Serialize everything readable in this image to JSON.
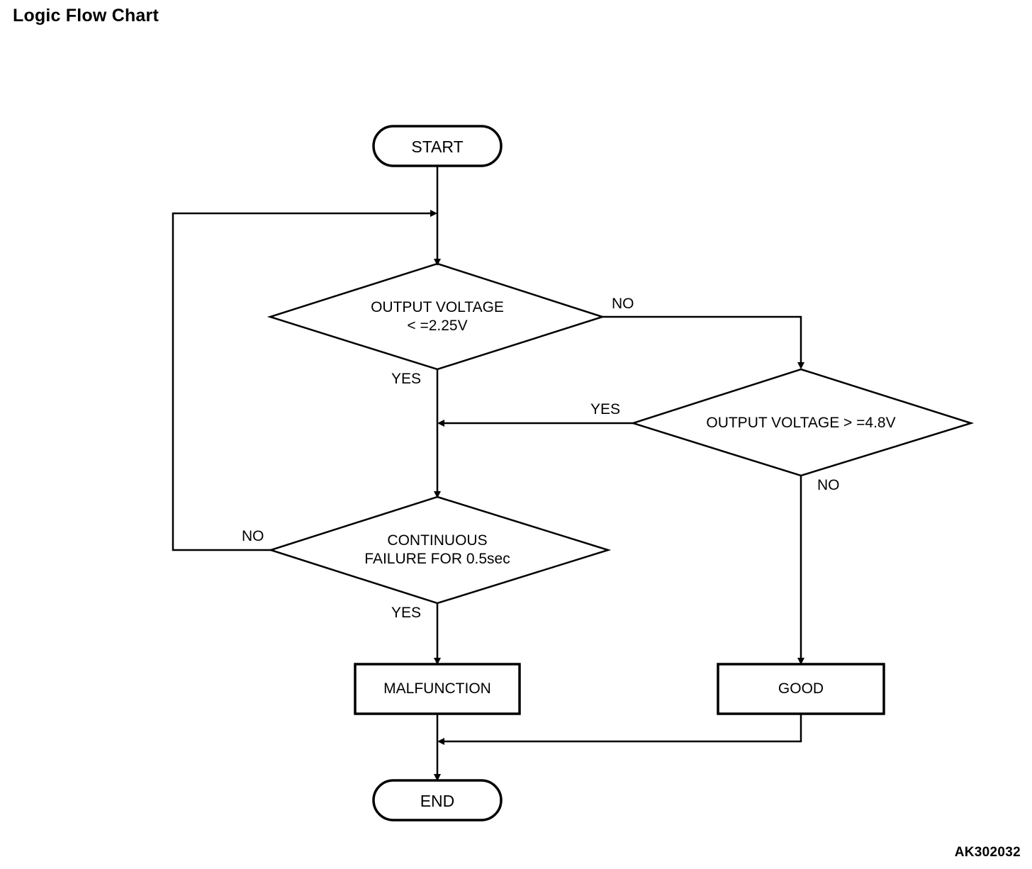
{
  "page": {
    "title": "Logic Flow Chart",
    "figure_code": "AK302032",
    "background_color": "#ffffff",
    "line_color": "#000000",
    "text_color": "#000000"
  },
  "chart_data": {
    "type": "diagram",
    "title": "Logic Flow Chart",
    "diagram_kind": "flowchart",
    "nodes": [
      {
        "id": "start",
        "shape": "terminator",
        "label": "START"
      },
      {
        "id": "decision1",
        "shape": "diamond",
        "label": "OUTPUT VOLTAGE\n< =2.25V",
        "line1": "OUTPUT VOLTAGE",
        "line2": "< =2.25V"
      },
      {
        "id": "decision2",
        "shape": "diamond",
        "label": "OUTPUT VOLTAGE > =4.8V",
        "line1": "OUTPUT VOLTAGE > =4.8V",
        "line2": ""
      },
      {
        "id": "decision3",
        "shape": "diamond",
        "label": "CONTINUOUS\nFAILURE FOR 0.5sec",
        "line1": "CONTINUOUS",
        "line2": "FAILURE FOR 0.5sec"
      },
      {
        "id": "malfunction",
        "shape": "rectangle",
        "label": "MALFUNCTION"
      },
      {
        "id": "good",
        "shape": "rectangle",
        "label": "GOOD"
      },
      {
        "id": "end",
        "shape": "terminator",
        "label": "END"
      }
    ],
    "edges": [
      {
        "from": "start",
        "to": "decision1",
        "label": ""
      },
      {
        "from": "decision1",
        "to": "decision3",
        "label": "YES"
      },
      {
        "from": "decision1",
        "to": "decision2",
        "label": "NO"
      },
      {
        "from": "decision2",
        "to": "decision3",
        "label": "YES"
      },
      {
        "from": "decision2",
        "to": "good",
        "label": "NO"
      },
      {
        "from": "decision3",
        "to": "malfunction",
        "label": "YES"
      },
      {
        "from": "decision3",
        "to": "decision1",
        "label": "NO"
      },
      {
        "from": "malfunction",
        "to": "end",
        "label": ""
      },
      {
        "from": "good",
        "to": "end",
        "label": ""
      }
    ]
  },
  "labels": {
    "start": "START",
    "end": "END",
    "malfunction": "MALFUNCTION",
    "good": "GOOD",
    "decision1_line1": "OUTPUT VOLTAGE",
    "decision1_line2": "< =2.25V",
    "decision2_line1": "OUTPUT VOLTAGE > =4.8V",
    "decision3_line1": "CONTINUOUS",
    "decision3_line2": "FAILURE FOR 0.5sec",
    "yes_d1": "YES",
    "no_d1": "NO",
    "yes_d2": "YES",
    "no_d2": "NO",
    "yes_d3": "YES",
    "no_d3": "NO"
  }
}
